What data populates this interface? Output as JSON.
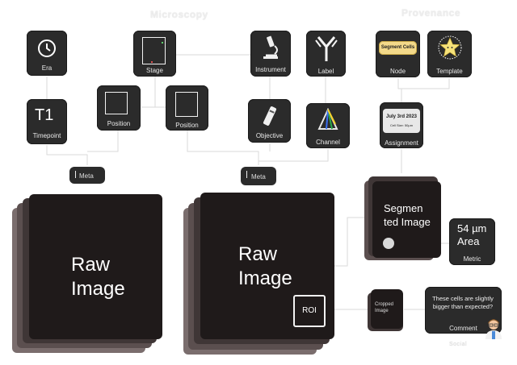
{
  "sections": {
    "microscopy": "Microscopy",
    "provenance": "Provenance",
    "social": "Social"
  },
  "nodes": {
    "era": "Era",
    "timepoint_value": "T1",
    "timepoint": "Timepoint",
    "stage": "Stage",
    "position_1": "Position",
    "position_2": "Position",
    "instrument": "Instrument",
    "label": "Label",
    "objective": "Objective",
    "channel": "Channel",
    "node": "Node",
    "template": "Template",
    "assignment": "Assignment",
    "meta_1": "Meta",
    "meta_2": "Meta",
    "metric": "Metric",
    "comment": "Comment",
    "cropped_image": "Cropped Image"
  },
  "segment_pill": "Segment Cells",
  "assignment_card": {
    "date": "July 3rd 2023",
    "detail": "Cell Size: 50µm"
  },
  "raw_image_1": [
    "Raw",
    "Image"
  ],
  "raw_image_2": [
    "Raw",
    "Image"
  ],
  "roi": "ROI",
  "segmented_image": [
    "Segmen",
    "ted Image"
  ],
  "metric_value": [
    "54 µm",
    "Area"
  ],
  "comment_text": "These cells are slightly bigger than expected?",
  "colors": {
    "node_bg": "#2b2b2b",
    "stack_dark": "#1f1a1a",
    "pill_yellow": "#f3d98a",
    "star": "#f6e27a"
  }
}
